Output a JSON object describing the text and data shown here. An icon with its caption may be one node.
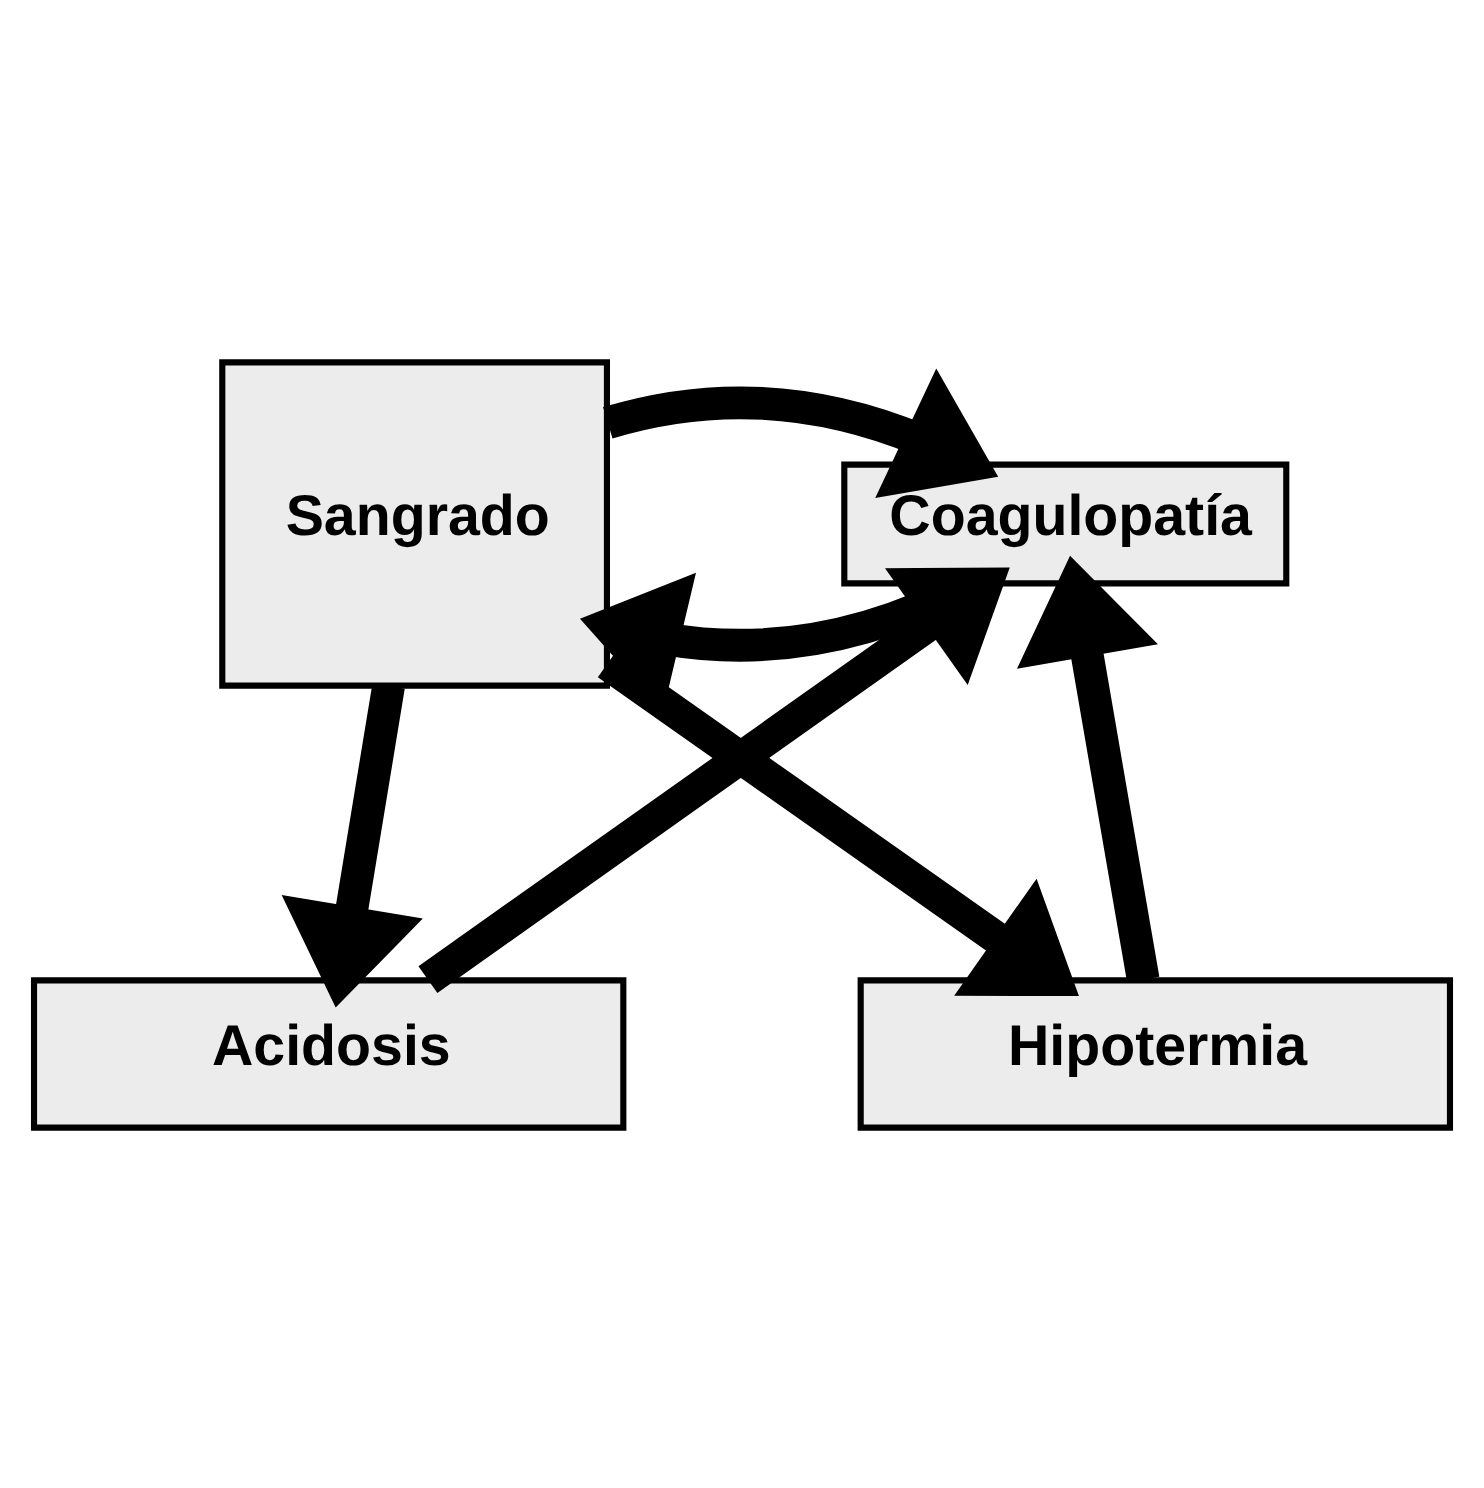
{
  "diagram": {
    "nodes": [
      {
        "text": [
          "Sangrado"
        ]
      },
      {
        "text": [
          "Coagulopatía"
        ]
      },
      {
        "text": [
          "Acidosis"
        ]
      },
      {
        "text": [
          "Hipotermia"
        ]
      }
    ],
    "edges": [
      {
        "from": 1,
        "to": 0,
        "arrow": "to"
      },
      {
        "from": 0,
        "to": 1,
        "arrow": "to"
      },
      {
        "from": 0,
        "to": 2,
        "arrow": "to"
      },
      {
        "from": 0,
        "to": 3,
        "arrow": "to"
      },
      {
        "from": 2,
        "to": 1,
        "arrow": "to"
      },
      {
        "from": 3,
        "to": 1,
        "arrow": "to"
      }
    ]
  }
}
